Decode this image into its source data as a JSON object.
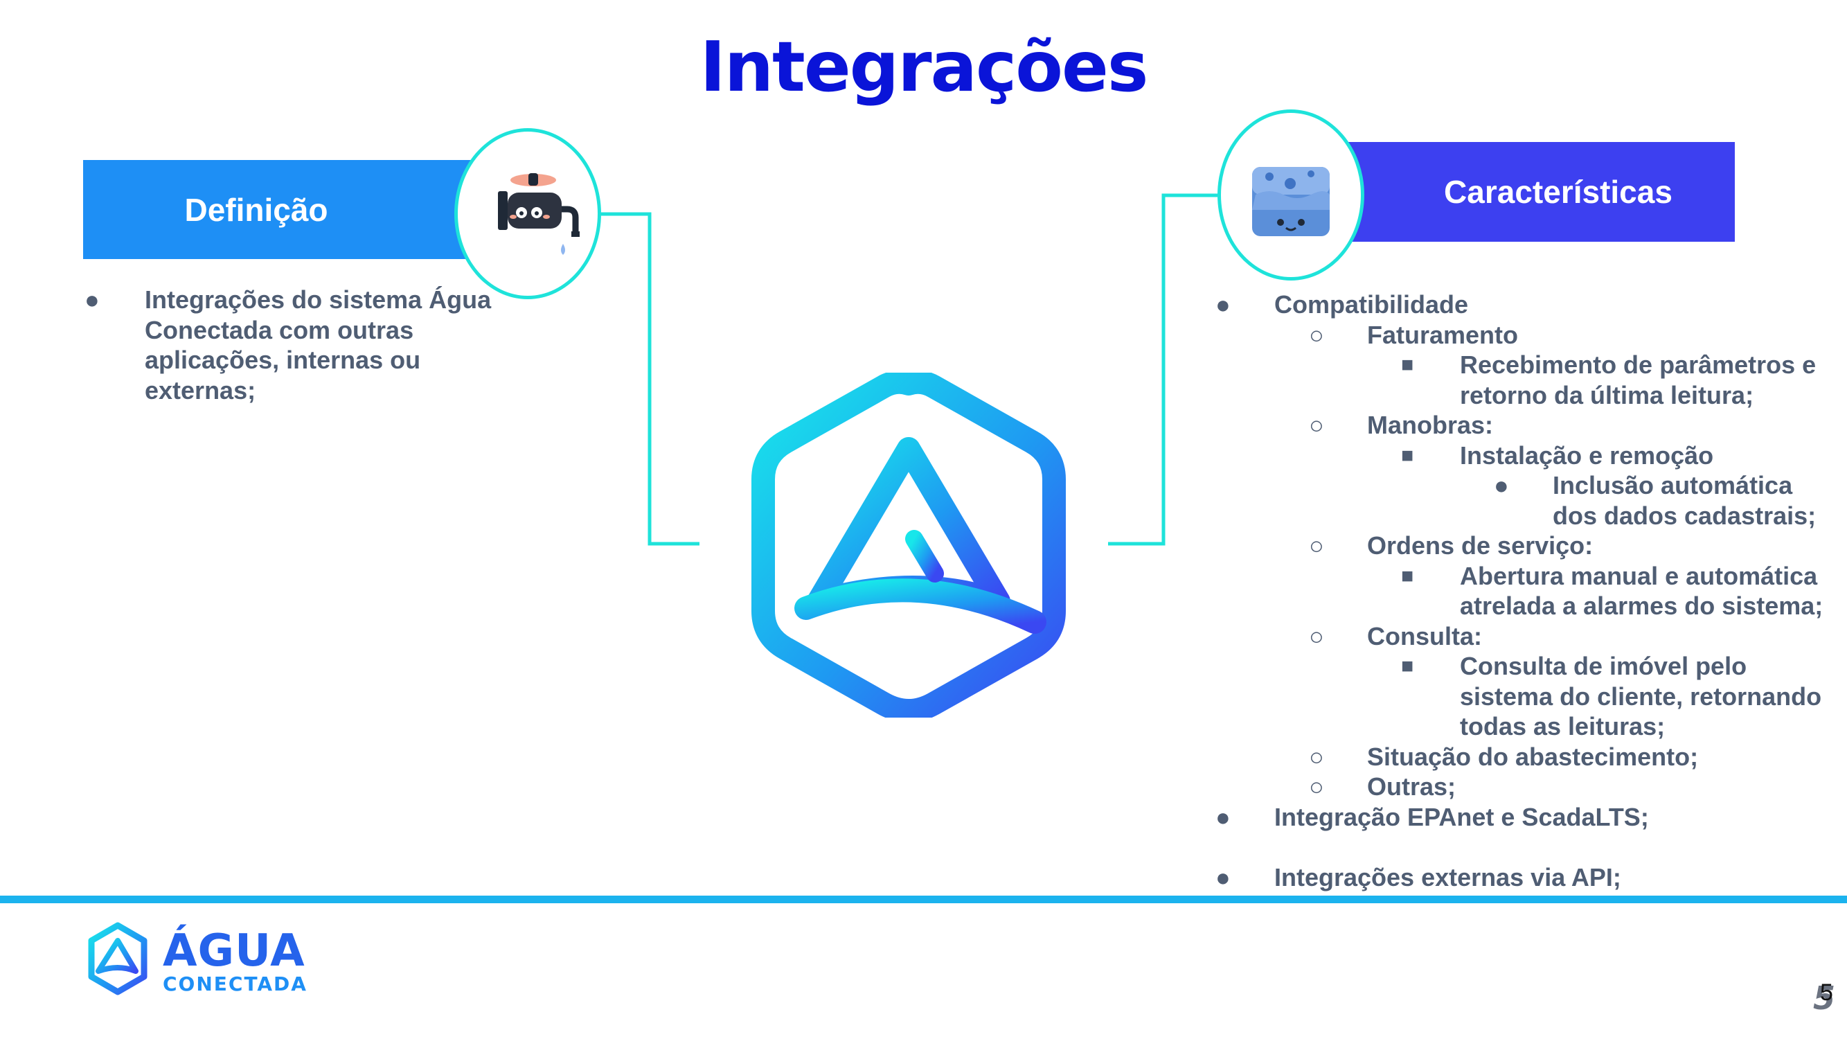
{
  "title": "Integrações",
  "definicao": {
    "heading": "Definição",
    "items": [
      "Integrações do sistema Água Conectada com outras aplicações, internas ou externas;"
    ]
  },
  "caracteristicas": {
    "heading": "Características",
    "items": [
      {
        "level": 0,
        "text": "Compatibilidade"
      },
      {
        "level": 1,
        "text": "Faturamento"
      },
      {
        "level": 2,
        "text": "Recebimento de parâmetros e retorno da última leitura;"
      },
      {
        "level": 1,
        "text": "Manobras:"
      },
      {
        "level": 2,
        "text": "Instalação e remoção"
      },
      {
        "level": 3,
        "text": "Inclusão automática dos dados cadastrais;"
      },
      {
        "level": 1,
        "text": "Ordens de serviço:"
      },
      {
        "level": 2,
        "text": "Abertura manual e automática atrelada a alarmes do sistema;"
      },
      {
        "level": 1,
        "text": "Consulta:"
      },
      {
        "level": 2,
        "text": "Consulta de imóvel pelo sistema do cliente, retornando todas as leituras;"
      },
      {
        "level": 1,
        "text": "Situação do abastecimento;"
      },
      {
        "level": 1,
        "text": "Outras;"
      },
      {
        "level": 0,
        "text": "Integração EPAnet e ScadaLTS;"
      },
      {
        "level": 0,
        "text": "Integrações externas via API;",
        "gap": true
      }
    ]
  },
  "footer": {
    "logo_line1": "ÁGUA",
    "logo_line2": "CONECTADA",
    "page_number_large": "5",
    "page_number_small": "5"
  },
  "icons": {
    "left_circle": "faucet-icon",
    "right_circle": "water-tank-icon",
    "center": "agua-conectada-logo"
  },
  "colors": {
    "title": "#0a14d8",
    "definicao_bar": "#1e8ff5",
    "caracteristicas_bar": "#3d40f0",
    "connector": "#1ee3da",
    "body_text": "#4f5d73",
    "footer_line": "#1bb3ee"
  }
}
